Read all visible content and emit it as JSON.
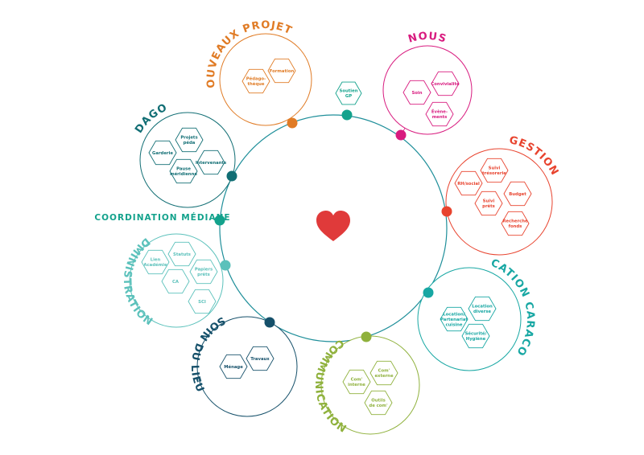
{
  "center": {
    "icon": "heart-icon",
    "color": "#e03a3a"
  },
  "ring_color": "#1f8f9a",
  "standalone": {
    "name": "Coordination médiane",
    "title": "COORDINATION MÉDIANE",
    "color": "#13a28c"
  },
  "soutien": {
    "lines": [
      "Soutien",
      "GP"
    ],
    "color": "#13a28c"
  },
  "groups": [
    {
      "id": "nouveaux-projets",
      "title": "NOUVEAUX PROJETS",
      "color": "#e07b25",
      "items": [
        {
          "lines": [
            "Pédago-",
            "thèque"
          ]
        },
        {
          "lines": [
            "Formation"
          ]
        }
      ]
    },
    {
      "id": "nous",
      "title": "NOUS",
      "color": "#d81b7f",
      "items": [
        {
          "lines": [
            "Soin"
          ]
        },
        {
          "lines": [
            "Convivialité"
          ]
        },
        {
          "lines": [
            "Évène-",
            "ments"
          ]
        }
      ]
    },
    {
      "id": "gestion",
      "title": "GESTION",
      "color": "#e8432e",
      "items": [
        {
          "lines": [
            "RH/social"
          ]
        },
        {
          "lines": [
            "Suivi",
            "trésorerie"
          ]
        },
        {
          "lines": [
            "Suivi",
            "prêts"
          ]
        },
        {
          "lines": [
            "Budget"
          ]
        },
        {
          "lines": [
            "Recherche",
            "fonds"
          ]
        }
      ]
    },
    {
      "id": "location-caracole",
      "title": "LOCATION CARACOLE",
      "color": "#17a7a3",
      "items": [
        {
          "lines": [
            "Location/",
            "Partenariat",
            "cuisine"
          ]
        },
        {
          "lines": [
            "Location",
            "diverse"
          ]
        },
        {
          "lines": [
            "Sécurité/",
            "Hygiène"
          ]
        }
      ]
    },
    {
      "id": "communication",
      "title": "COMMUNICATION",
      "color": "#8fb13c",
      "items": [
        {
          "lines": [
            "Com'",
            "interne"
          ]
        },
        {
          "lines": [
            "Com'",
            "externe"
          ]
        },
        {
          "lines": [
            "Outils",
            "de com'"
          ]
        }
      ]
    },
    {
      "id": "soin-du-lieu",
      "title": "SOIN DU LIEU",
      "color": "#15506a",
      "items": [
        {
          "lines": [
            "Ménage"
          ]
        },
        {
          "lines": [
            "Travaux"
          ]
        }
      ]
    },
    {
      "id": "administration",
      "title": "ADMINISTRATION",
      "color": "#5bc1bb",
      "items": [
        {
          "lines": [
            "Lien",
            "Académie"
          ]
        },
        {
          "lines": [
            "Statuts"
          ]
        },
        {
          "lines": [
            "CA"
          ]
        },
        {
          "lines": [
            "Papiers",
            "prêts"
          ]
        },
        {
          "lines": [
            "SCI"
          ]
        }
      ]
    },
    {
      "id": "pedagogie",
      "title": "PÉDAGOGIE",
      "color": "#116e74",
      "items": [
        {
          "lines": [
            "Garderie"
          ]
        },
        {
          "lines": [
            "Projets",
            "péda"
          ]
        },
        {
          "lines": [
            "Pause",
            "méridienne"
          ]
        },
        {
          "lines": [
            "Intervenants"
          ]
        }
      ]
    }
  ]
}
